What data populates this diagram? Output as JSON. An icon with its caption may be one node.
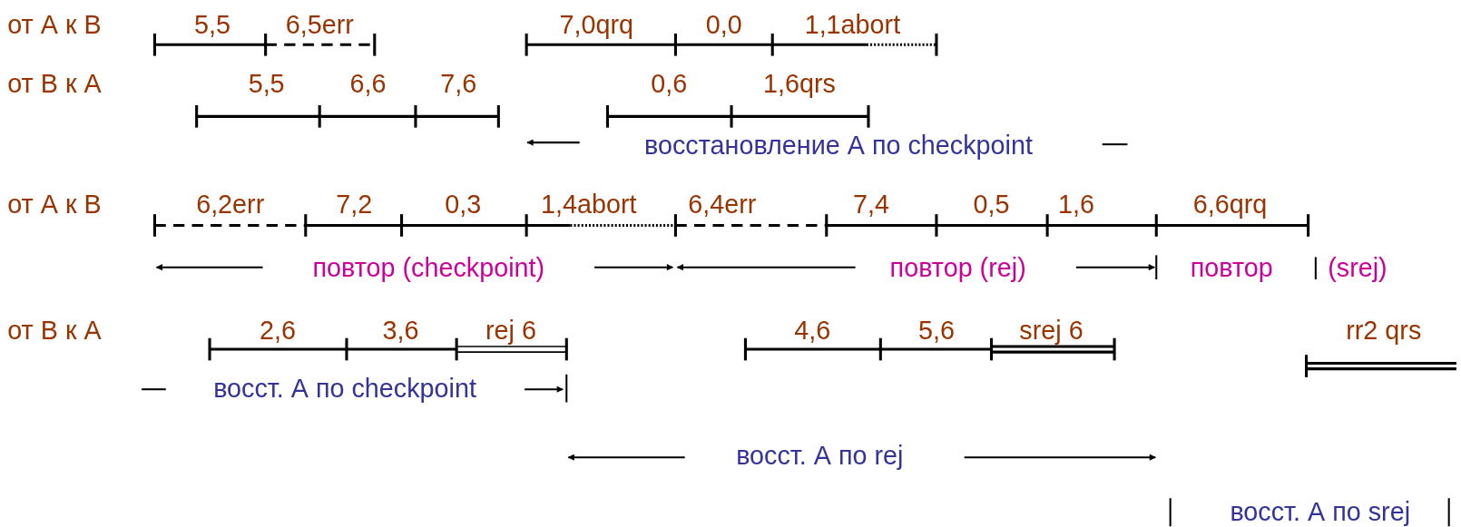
{
  "diagram": {
    "labels": [
      "от А к В",
      "5,5",
      "6,5err",
      "7,0qrq",
      "0,0",
      "1,1abort",
      "от В к А",
      "5,5",
      "6,6",
      "7,6",
      "0,6",
      "1,6qrs",
      "восстановление А по checkpoint",
      "от А к В",
      "6,2err",
      "7,2",
      "0,3",
      "1,4abort",
      "6,4err",
      "7,4",
      "0,5",
      "1,6",
      "6,6qrq",
      "повтор (checkpoint)",
      "повтор (rej)",
      "повтор",
      "(srej)",
      "от В к А",
      "2,6",
      "3,6",
      "rej 6",
      "4,6",
      "5,6",
      "srej 6",
      "rr2 qrs",
      "восст. А по checkpoint",
      "восст. А по rej",
      "восст. А по srej"
    ]
  }
}
